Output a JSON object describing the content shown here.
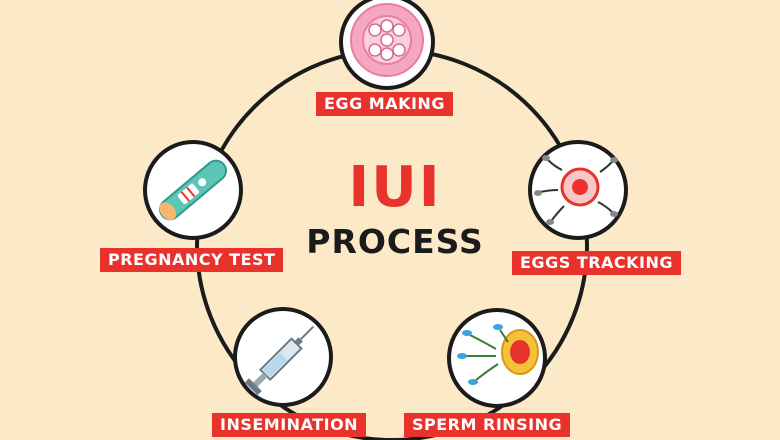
{
  "title": {
    "line1": "IUI",
    "line2": "PROCESS"
  },
  "steps": [
    {
      "label": "EGG MAKING",
      "icon": "egg-cells-icon"
    },
    {
      "label": "EGGS TRACKING",
      "icon": "egg-sperm-icon"
    },
    {
      "label": "SPERM RINSING",
      "icon": "sperm-rinsing-icon"
    },
    {
      "label": "INSEMINATION",
      "icon": "syringe-icon"
    },
    {
      "label": "PREGNANCY TEST",
      "icon": "pregnancy-test-icon"
    }
  ],
  "colors": {
    "background": "#fbe9c8",
    "accent": "#e8322b",
    "ring": "#1b1b1b",
    "title_dark": "#1b1b1b",
    "label_text": "#ffffff"
  }
}
